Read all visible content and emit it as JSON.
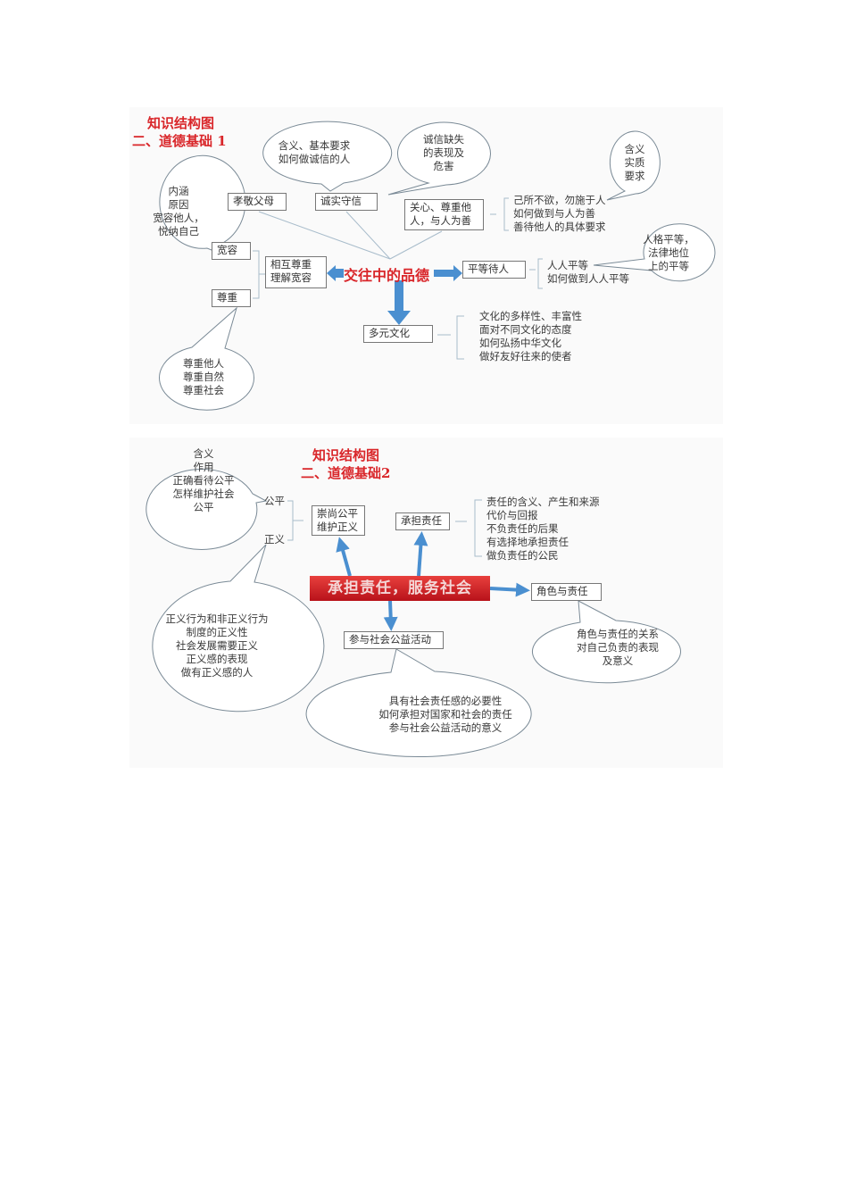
{
  "diagram1": {
    "title_line1": "知识结构图",
    "title_line2": "二、道德基础 1",
    "center": "交往中的品德",
    "boxes": {
      "filial": "孝敬父母",
      "honesty": "诚实守信",
      "care": [
        "关心、尊重他",
        "人，与人为善"
      ],
      "tolerance": "宽容",
      "mutual": [
        "相互尊重",
        "理解宽容"
      ],
      "respect": "尊重",
      "equality": "平等待人",
      "culture": "多元文化"
    },
    "bubbles": {
      "honesty_meaning": [
        "含义、基本要求",
        "如何做诚信的人"
      ],
      "honesty_lack": [
        "诚信缺失",
        "的表现及",
        "危害"
      ],
      "golden_rule": [
        "含义",
        "实质",
        "要求"
      ],
      "tolerance": [
        "内涵",
        "原因",
        "宽容他人，",
        "悦纳自己"
      ],
      "equality": [
        "人格平等，",
        "法律地位",
        "上的平等"
      ],
      "respect": [
        "尊重他人",
        "尊重自然",
        "尊重社会"
      ]
    },
    "lists": {
      "care": [
        "己所不欲，勿施于人",
        "如何做到与人为善",
        "善待他人的具体要求"
      ],
      "equality": [
        "人人平等",
        "如何做到人人平等"
      ],
      "culture": [
        "文化的多样性、丰富性",
        "面对不同文化的态度",
        "如何弘扬中华文化",
        "做好友好往来的使者"
      ]
    }
  },
  "diagram2": {
    "title_line1": "知识结构图",
    "title_line2": "二、道德基础2",
    "center": "承担责任，服务社会",
    "labels": {
      "fairness": "公平",
      "justice": "正义"
    },
    "boxes": {
      "fair_just": [
        "崇尚公平",
        "维护正义"
      ],
      "responsibility": "承担责任",
      "role": "角色与责任",
      "public_welfare": "参与社会公益活动"
    },
    "bubbles": {
      "fairness": [
        "含义",
        "作用",
        "正确看待公平",
        "怎样维护社会",
        "公平"
      ],
      "justice": [
        "正义行为和非正义行为",
        "制度的正义性",
        "社会发展需要正义",
        "正义感的表现",
        "做有正义感的人"
      ],
      "role": [
        "角色与责任的关系",
        "对自己负责的表现",
        "及意义"
      ],
      "public_welfare": [
        "具有社会责任感的必要性",
        "如何承担对国家和社会的责任",
        "参与社会公益活动的意义"
      ]
    },
    "lists": {
      "responsibility": [
        "责任的含义、产生和来源",
        "代价与回报",
        "不负责任的后果",
        "有选择地承担责任",
        "做负责任的公民"
      ]
    }
  },
  "colors": {
    "title": "#d9262a",
    "arrow": "#4a8fd0",
    "center_box": "#d42a2a"
  }
}
